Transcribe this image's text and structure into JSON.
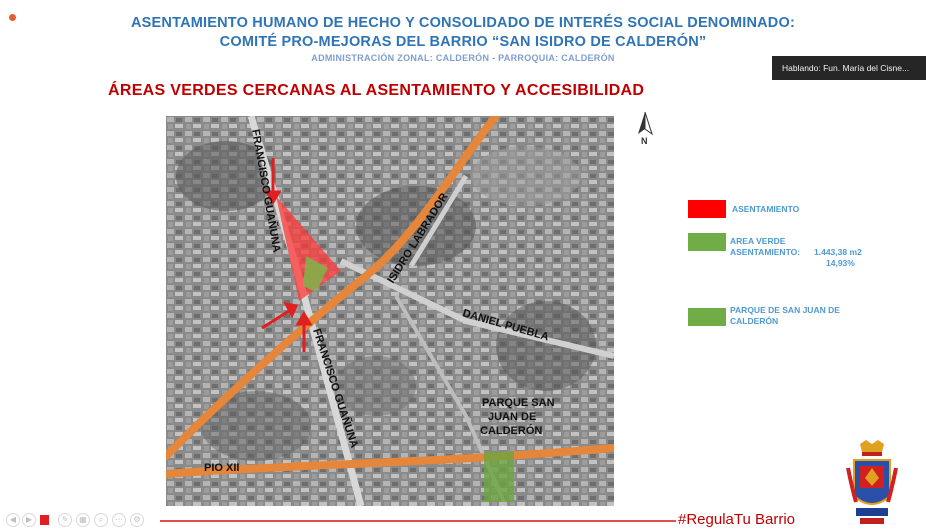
{
  "header": {
    "title_line1": "ASENTAMIENTO HUMANO DE HECHO Y CONSOLIDADO DE INTERÉS SOCIAL DENOMINADO:",
    "title_line2": "COMITÉ PRO-MEJORAS DEL BARRIO “SAN ISIDRO DE CALDERÓN”",
    "subtitle": "ADMINISTRACIÓN ZONAL: CALDERÓN -  PARROQUIA: CALDERÓN"
  },
  "section_title": "ÁREAS VERDES CERCANAS AL ASENTAMIENTO Y ACCESIBILIDAD",
  "speaker_label": "Hablando: Fun. María del Cisne...",
  "map": {
    "labels": {
      "francisco_top": "FRANCISCO GUAÑUNA",
      "francisco_bottom": "FRANCISCO GUAÑUNA",
      "isidro": "ISIDRO LABRADOR",
      "daniel": "DANIEL PUEBLA",
      "parque_line1": "PARQUE SAN",
      "parque_line2": "JUAN DE",
      "parque_line3": "CALDERÓN",
      "pio": "PIO XII"
    },
    "north_label": "N"
  },
  "legend": {
    "asentamiento": "ASENTAMIENTO",
    "area_verde_line1": "AREA VERDE",
    "area_verde_line2": "ASENTAMIENTO:",
    "area_verde_value": "1.443,38 m2",
    "area_verde_percent": "14,93%",
    "parque_line1": "PARQUE DE SAN JUAN DE",
    "parque_line2": "CALDERÓN"
  },
  "footer": {
    "hashtag": "#RegulaTu Barrio"
  },
  "colors": {
    "title_blue": "#2f74b5",
    "accent_red": "#c00000",
    "road_orange": "#e5863a",
    "legend_red": "#ff0000",
    "legend_green": "#70ad47"
  }
}
